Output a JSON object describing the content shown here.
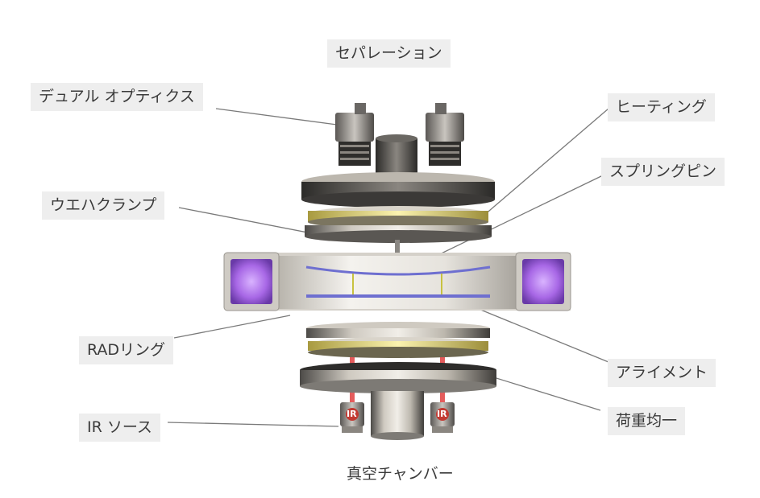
{
  "labels": {
    "separation": "セパレーション",
    "dual_optics": "デュアル オプティクス",
    "heating": "ヒーティング",
    "spring_pin": "スプリングピン",
    "wafer_clamp": "ウエハクランプ",
    "rad_ring": "RADリング",
    "alignment": "アライメント",
    "load_uniform": "荷重均一",
    "ir_source": "IR ソース",
    "vacuum_chamber": "真空チャンバー"
  },
  "ir_badge": "IR",
  "colors": {
    "label_bg": "#eeeeee",
    "text": "#3a3a3a",
    "leader": "#7a7a7a",
    "ring_yellow": "#f0e58a",
    "purple_glow": "#b07de8",
    "metal_dark": "#4a4846",
    "metal_light": "#d8d4cc"
  }
}
